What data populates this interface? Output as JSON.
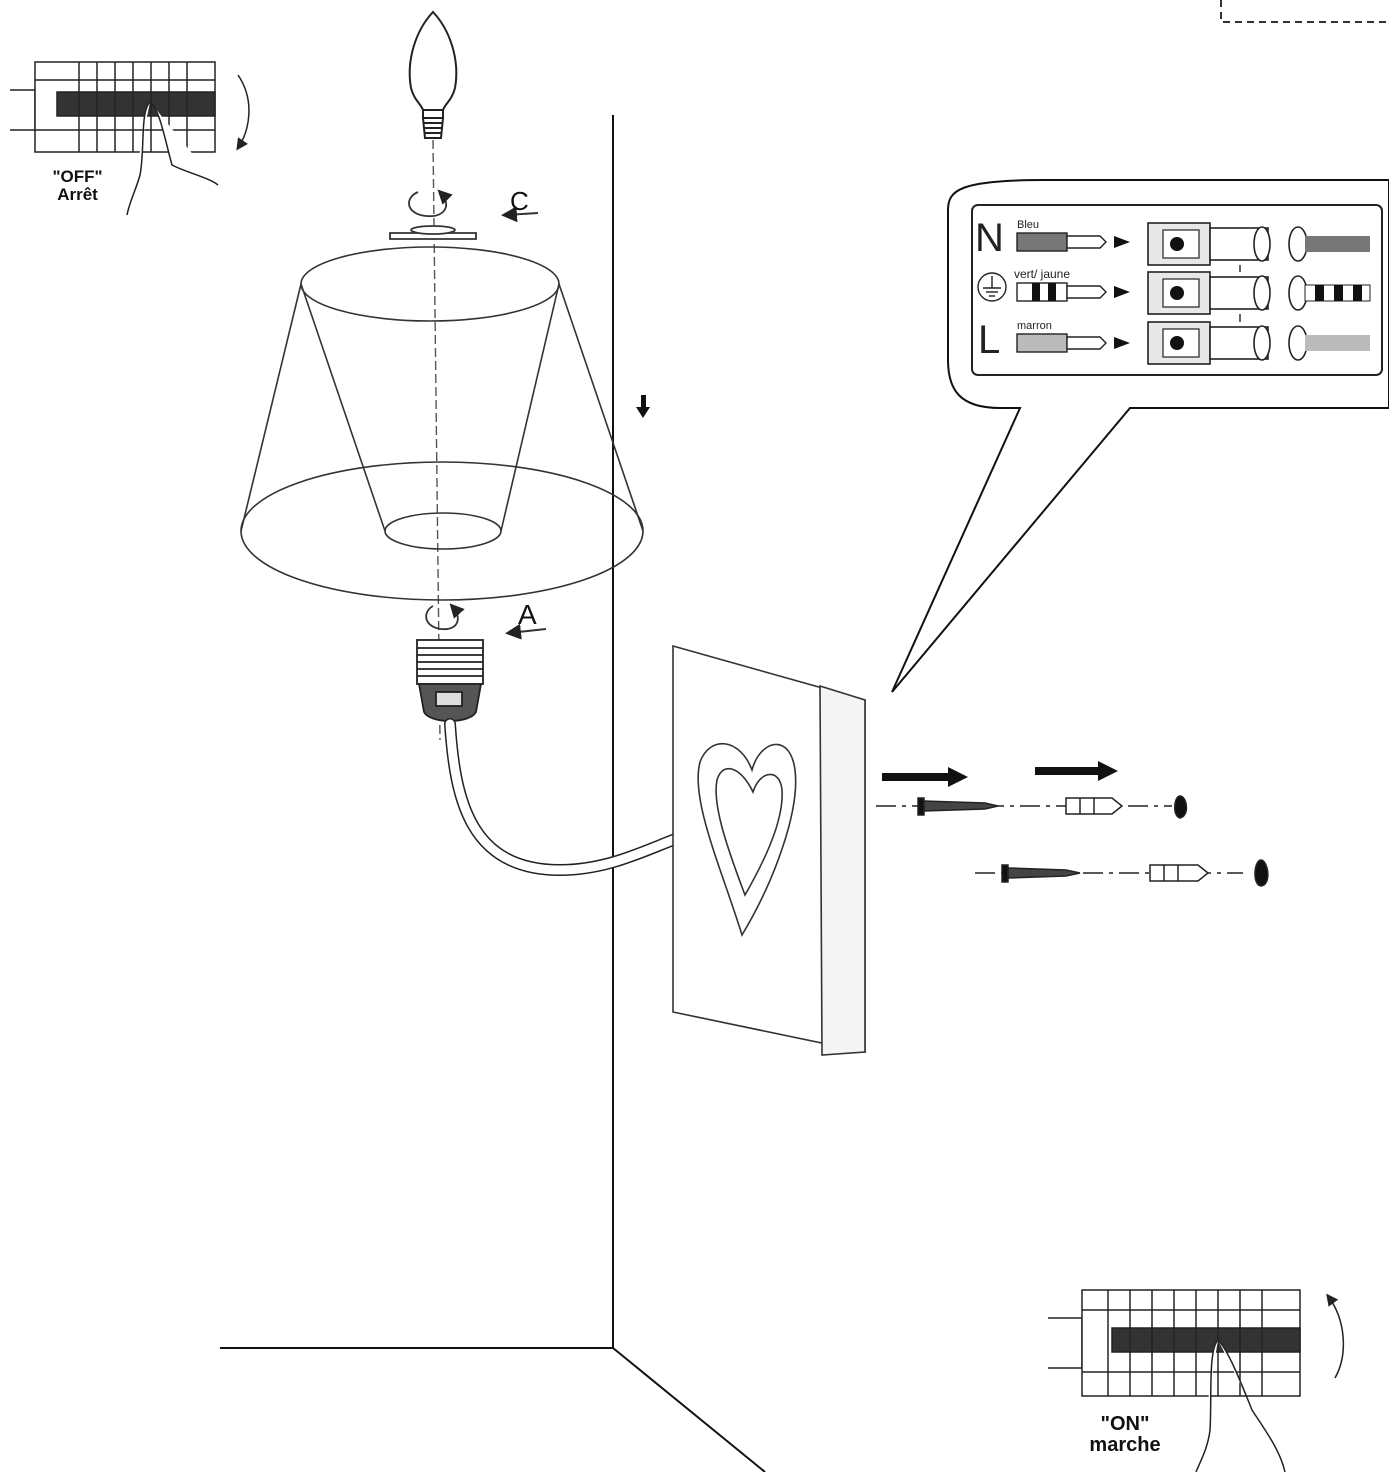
{
  "breaker_off": {
    "label_line1": "\"OFF\"",
    "label_line2": "Arrêt"
  },
  "breaker_on": {
    "label_line1": "\"ON\"",
    "label_line2": "marche"
  },
  "letters": {
    "c": "C",
    "a": "A"
  },
  "wiring": {
    "neutral": {
      "symbol": "N",
      "color_label": "Bleu"
    },
    "earth": {
      "symbol": "earth-icon",
      "color_label": "vert/ jaune"
    },
    "live": {
      "symbol": "L",
      "color_label": "marron"
    }
  },
  "colors": {
    "line": "#1a1a1a",
    "neutral_wire": "#6f6f6f",
    "live_wire": "#bdbdbd"
  }
}
